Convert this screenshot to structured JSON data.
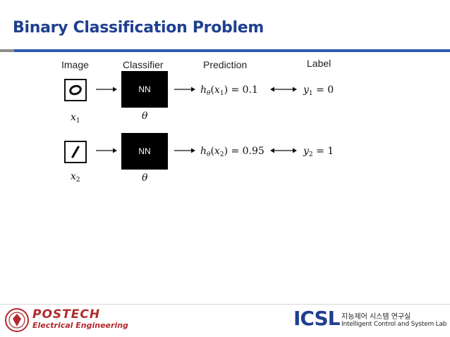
{
  "slide": {
    "title": "Binary Classification Problem"
  },
  "columns": {
    "image": "Image",
    "classifier": "Classifier",
    "prediction": "Prediction",
    "label": "Label"
  },
  "rows": [
    {
      "input_symbol": "x",
      "input_index": "1",
      "digit": "0",
      "classifier_label": "NN",
      "param_symbol": "θ",
      "prediction_value": "0.1",
      "label_symbol": "y",
      "label_value": "0"
    },
    {
      "input_symbol": "x",
      "input_index": "2",
      "digit": "1",
      "classifier_label": "NN",
      "param_symbol": "θ",
      "prediction_value": "0.95",
      "label_symbol": "y",
      "label_value": "1"
    }
  ],
  "footer": {
    "left_logo_name": "POSTECH",
    "left_logo_sub": "Electrical Engineering",
    "right_logo_name": "ICSL",
    "right_logo_korean": "지능제어 시스템 연구실",
    "right_logo_english": "Intelligent Control and System Lab",
    "postech_color": "#b22a2e",
    "icsl_color": "#1f3f8f"
  },
  "colors": {
    "title": "#1f3f8f",
    "title_bar": "#2f57b5",
    "nn_box": "#000000"
  }
}
